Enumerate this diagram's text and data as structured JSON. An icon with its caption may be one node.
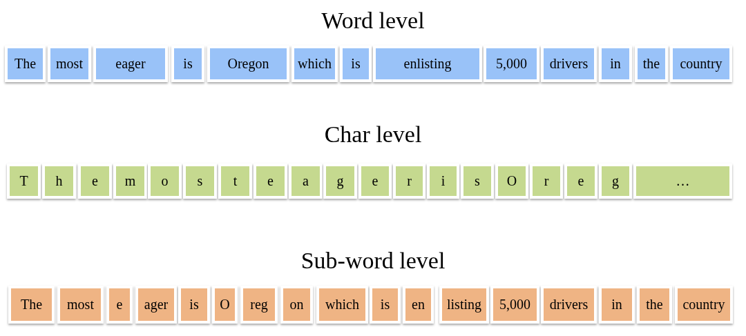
{
  "diagram": {
    "nodes": [
      {
        "text": [
          "The"
        ]
      },
      {
        "text": [
          "most"
        ]
      },
      {
        "text": [
          "eager"
        ]
      },
      {
        "text": [
          "is"
        ]
      },
      {
        "text": [
          "Oregon"
        ]
      },
      {
        "text": [
          "which"
        ]
      },
      {
        "text": [
          "is"
        ]
      },
      {
        "text": [
          "enlisting"
        ]
      },
      {
        "text": [
          "5,000"
        ]
      },
      {
        "text": [
          "drivers"
        ]
      },
      {
        "text": [
          "in"
        ]
      },
      {
        "text": [
          "the"
        ]
      },
      {
        "text": [
          "country"
        ]
      },
      {
        "text": [
          "T"
        ]
      },
      {
        "text": [
          "h"
        ]
      },
      {
        "text": [
          "e"
        ]
      },
      {
        "text": [
          "m"
        ]
      },
      {
        "text": [
          "o"
        ]
      },
      {
        "text": [
          "s"
        ]
      },
      {
        "text": [
          "t"
        ]
      },
      {
        "text": [
          "e"
        ]
      },
      {
        "text": [
          "a"
        ]
      },
      {
        "text": [
          "g"
        ]
      },
      {
        "text": [
          "e"
        ]
      },
      {
        "text": [
          "r"
        ]
      },
      {
        "text": [
          "i"
        ]
      },
      {
        "text": [
          "s"
        ]
      },
      {
        "text": [
          "O"
        ]
      },
      {
        "text": [
          "r"
        ]
      },
      {
        "text": [
          "e"
        ]
      },
      {
        "text": [
          "g"
        ]
      },
      {
        "text": [
          "…"
        ]
      },
      {
        "text": [
          "The"
        ]
      },
      {
        "text": [
          "most"
        ]
      },
      {
        "text": [
          "e"
        ]
      },
      {
        "text": [
          "ager"
        ]
      },
      {
        "text": [
          "is"
        ]
      },
      {
        "text": [
          "O"
        ]
      },
      {
        "text": [
          "reg"
        ]
      },
      {
        "text": [
          "on"
        ]
      },
      {
        "text": [
          "which"
        ]
      },
      {
        "text": [
          "is"
        ]
      },
      {
        "text": [
          "en"
        ]
      },
      {
        "text": [
          "listing"
        ]
      },
      {
        "text": [
          "5,000"
        ]
      },
      {
        "text": [
          "drivers"
        ]
      },
      {
        "text": [
          "in"
        ]
      },
      {
        "text": [
          "the"
        ]
      },
      {
        "text": [
          "country"
        ]
      }
    ],
    "labels": [
      "Word level",
      "Char level",
      "Sub-word level"
    ]
  }
}
